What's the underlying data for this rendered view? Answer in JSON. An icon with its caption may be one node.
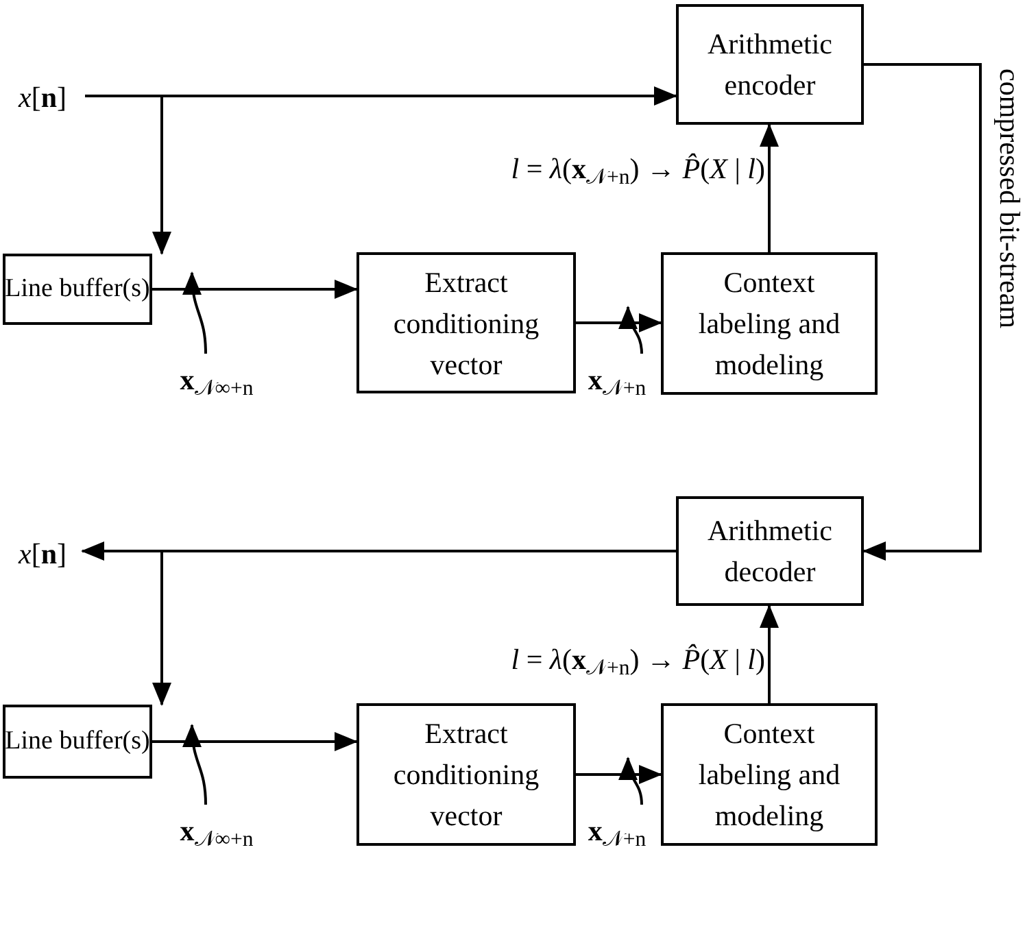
{
  "diagram": {
    "nodes": [
      {
        "text": [
          "*x*[**n**]"
        ]
      },
      {
        "text": [
          "Arithmetic encoder"
        ]
      },
      {
        "text": [
          "Line buffer(s)"
        ]
      },
      {
        "text": [
          "Extract conditioning vector"
        ]
      },
      {
        "text": [
          "Context labeling and modeling"
        ]
      },
      {
        "text": [
          "Arithmetic decoder"
        ]
      },
      {
        "text": [
          "*x*[**n**]"
        ]
      },
      {
        "text": [
          "Line buffer(s)"
        ]
      },
      {
        "text": [
          "Extract conditioning vector"
        ]
      },
      {
        "text": [
          "Context labeling and modeling"
        ]
      },
      {
        "text": [
          "**x**$_{𝒩∞+n}$"
        ]
      },
      {
        "text": [
          "**x**$_{𝒩+n}$"
        ]
      },
      {
        "text": [
          "**x**$_{𝒩∞+n}$"
        ]
      },
      {
        "text": [
          "**x**$_{𝒩+n}$"
        ]
      }
    ],
    "edges": [
      {
        "from": 0,
        "to": 1,
        "arrow": "to"
      },
      {
        "from": 0,
        "to": 2,
        "arrow": "to"
      },
      {
        "from": 2,
        "to": 3,
        "arrow": "to"
      },
      {
        "from": 3,
        "to": 4,
        "arrow": "to"
      },
      {
        "from": 4,
        "to": 1,
        "arrow": "to",
        "label": "*l* = *λ*(**x**$_{𝒩+n}$) → *P̂*(*X* | *l*)"
      },
      {
        "from": 1,
        "to": 5,
        "arrow": "to",
        "label": "compressed bit-stream"
      },
      {
        "from": 5,
        "to": 6,
        "arrow": "to"
      },
      {
        "from": 5,
        "to": 7,
        "arrow": "to"
      },
      {
        "from": 7,
        "to": 8,
        "arrow": "to"
      },
      {
        "from": 8,
        "to": 9,
        "arrow": "to"
      },
      {
        "from": 9,
        "to": 5,
        "arrow": "to",
        "label": "*l* = *λ*(**x**$_{𝒩+n}$) → *P̂*(*X* | *l*)"
      },
      {
        "from": 10,
        "to": 2,
        "arrow": "to"
      },
      {
        "from": 11,
        "to": 4,
        "arrow": "to"
      },
      {
        "from": 12,
        "to": 7,
        "arrow": "to"
      },
      {
        "from": 13,
        "to": 9,
        "arrow": "to"
      }
    ]
  }
}
